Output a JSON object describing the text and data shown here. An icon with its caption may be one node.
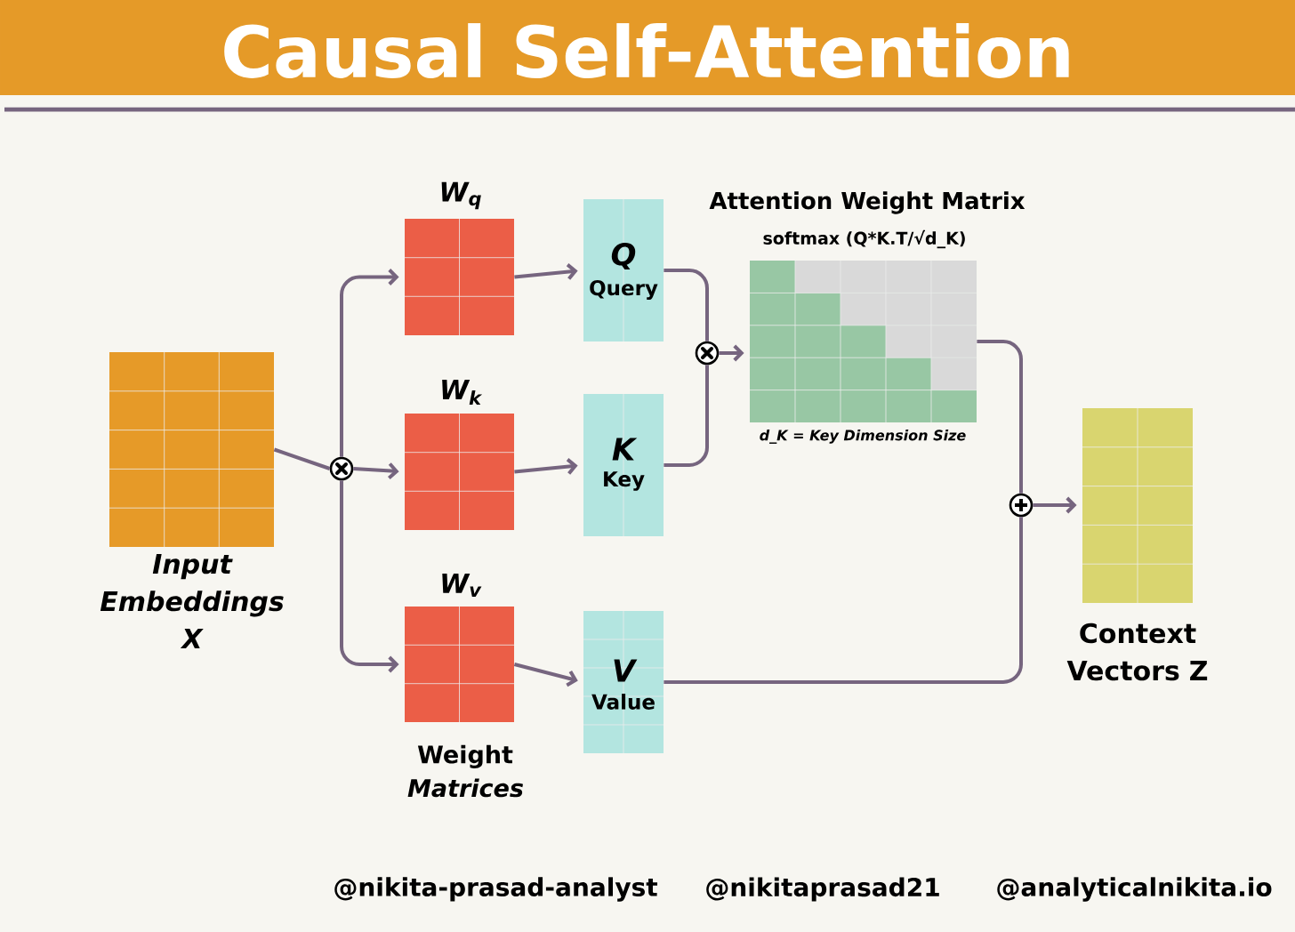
{
  "diagram": {
    "title": "Causal Self-Attention",
    "nodes": [
      {
        "text": [
          "Input Embeddings X"
        ]
      },
      {
        "text": [],
        "shape": "circle"
      },
      {
        "text": [
          "W$_{q}$"
        ]
      },
      {
        "text": [
          "W$_{k}$"
        ]
      },
      {
        "text": [
          "W$_{v}$"
        ]
      },
      {
        "text": [
          "Q",
          "Query"
        ]
      },
      {
        "text": [
          "K",
          "Key"
        ]
      },
      {
        "text": [
          "V",
          "Value"
        ]
      },
      {
        "text": [],
        "shape": "circle"
      },
      {
        "text": [
          "Attention Weight Matrix",
          "softmax (Q*K.T/√d_K)"
        ],
        "beside": [
          "d_K = Key Dimension Size"
        ]
      },
      {
        "text": [],
        "shape": "circle"
      },
      {
        "text": [
          "Context Vectors Z"
        ]
      }
    ],
    "edges": [
      {
        "from": 0,
        "to": 1,
        "arrow": "none"
      },
      {
        "from": 1,
        "to": 2,
        "arrow": "to"
      },
      {
        "from": 1,
        "to": 3,
        "arrow": "to"
      },
      {
        "from": 1,
        "to": 4,
        "arrow": "to"
      },
      {
        "from": 2,
        "to": 5,
        "arrow": "to"
      },
      {
        "from": 3,
        "to": 6,
        "arrow": "to"
      },
      {
        "from": 4,
        "to": 7,
        "arrow": "to"
      },
      {
        "from": 5,
        "to": 8,
        "arrow": "none"
      },
      {
        "from": 6,
        "to": 8,
        "arrow": "none"
      },
      {
        "from": 8,
        "to": 9,
        "arrow": "to"
      },
      {
        "from": 9,
        "to": 10,
        "arrow": "none"
      },
      {
        "from": 7,
        "to": 10,
        "arrow": "none"
      },
      {
        "from": 10,
        "to": 11,
        "arrow": "to"
      }
    ],
    "labels": [
      "Weight *Matrices*",
      "@nikita-prasad-analyst",
      "@nikitaprasad21",
      "@analyticalnikita.io"
    ]
  }
}
